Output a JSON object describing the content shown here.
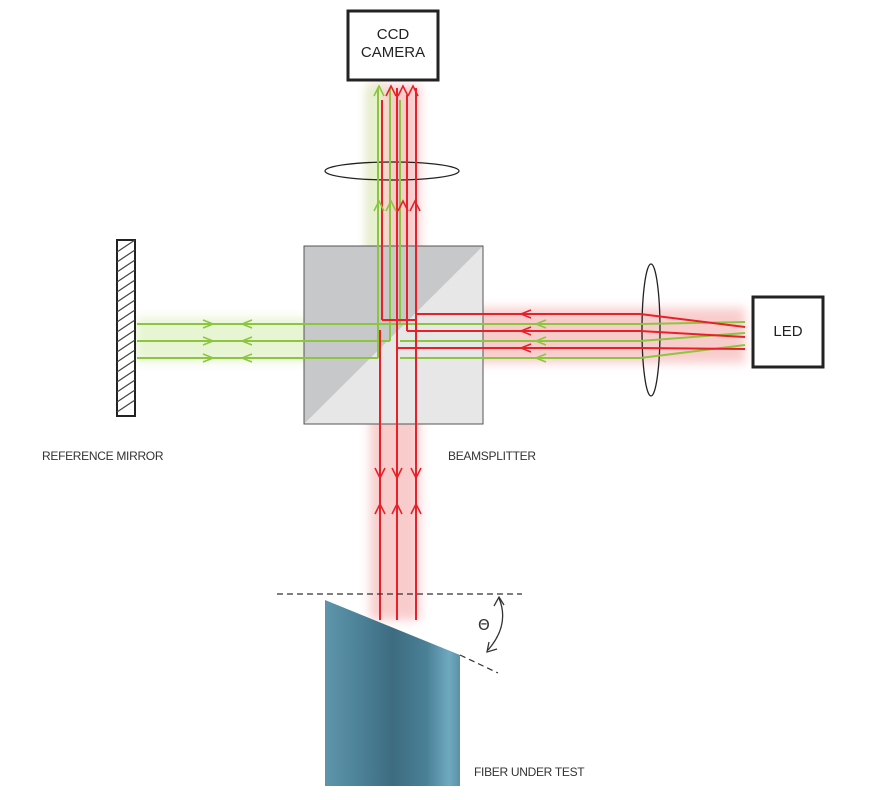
{
  "labels": {
    "camera_line1": "CCD",
    "camera_line2": "CAMERA",
    "led": "LED",
    "reference_mirror": "REFERENCE MIRROR",
    "beamsplitter": "BEAMSPLITTER",
    "fiber_under_test": "FIBER UNDER TEST",
    "angle_symbol": "Θ"
  },
  "colors": {
    "red_beam": "#e8202a",
    "green_beam": "#8cc63f",
    "red_glow": "#f5a6a6",
    "green_glow": "#d4edb0",
    "beamsplitter_fill": "#c9cacc",
    "beamsplitter_dark": "#eeeeef",
    "fiber_light": "#6fa9c0",
    "fiber_dark": "#3d6f84",
    "outline": "#222222"
  }
}
